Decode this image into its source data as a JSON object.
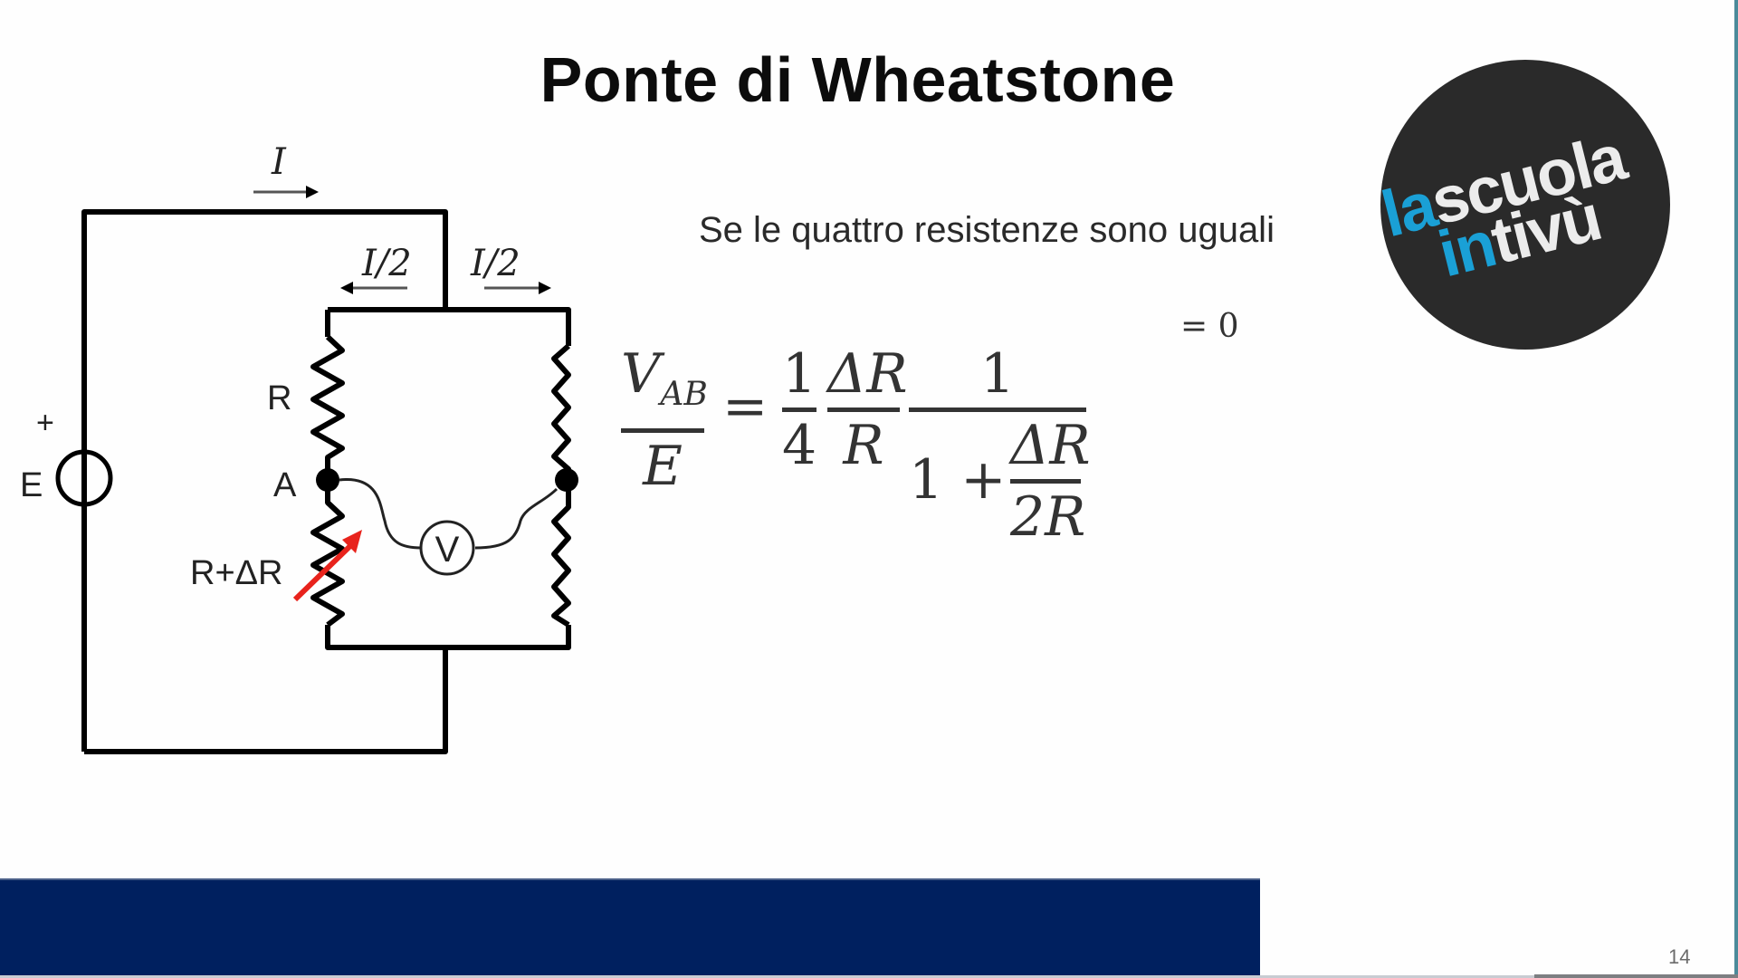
{
  "slide": {
    "title": "Ponte di Wheatstone",
    "subtitle": "Se le quattro resistenze sono uguali",
    "equals_zero": "= 0",
    "page_number": "14"
  },
  "formula": {
    "lhs_numerator": "V",
    "lhs_numerator_subscript": "AB",
    "lhs_denominator": "E",
    "equals": "=",
    "f1_numerator": "1",
    "f1_denominator": "4",
    "f2_numerator": "ΔR",
    "f2_denominator": "R",
    "f3_numerator": "1",
    "f3_denominator_prefix": "1 +",
    "f3_inner_numerator": "ΔR",
    "f3_inner_denominator": "2R"
  },
  "circuit": {
    "current_total": "I",
    "current_left": "I/2",
    "current_right": "I/2",
    "source_label": "E",
    "source_polarity": "+",
    "resistor_top_left": "R",
    "node_label": "A",
    "resistor_bottom_left": "R+ΔR",
    "meter_label": "V"
  },
  "logo": {
    "line1_blue": "la",
    "line1_white": "scuola",
    "line2_blue": "in",
    "line2_white": "tivù"
  },
  "colors": {
    "footer_bar": "#00205f",
    "logo_background": "#2a2a2a",
    "logo_blue": "#1aa0d6",
    "variable_resistor_arrow": "#e8231c"
  }
}
